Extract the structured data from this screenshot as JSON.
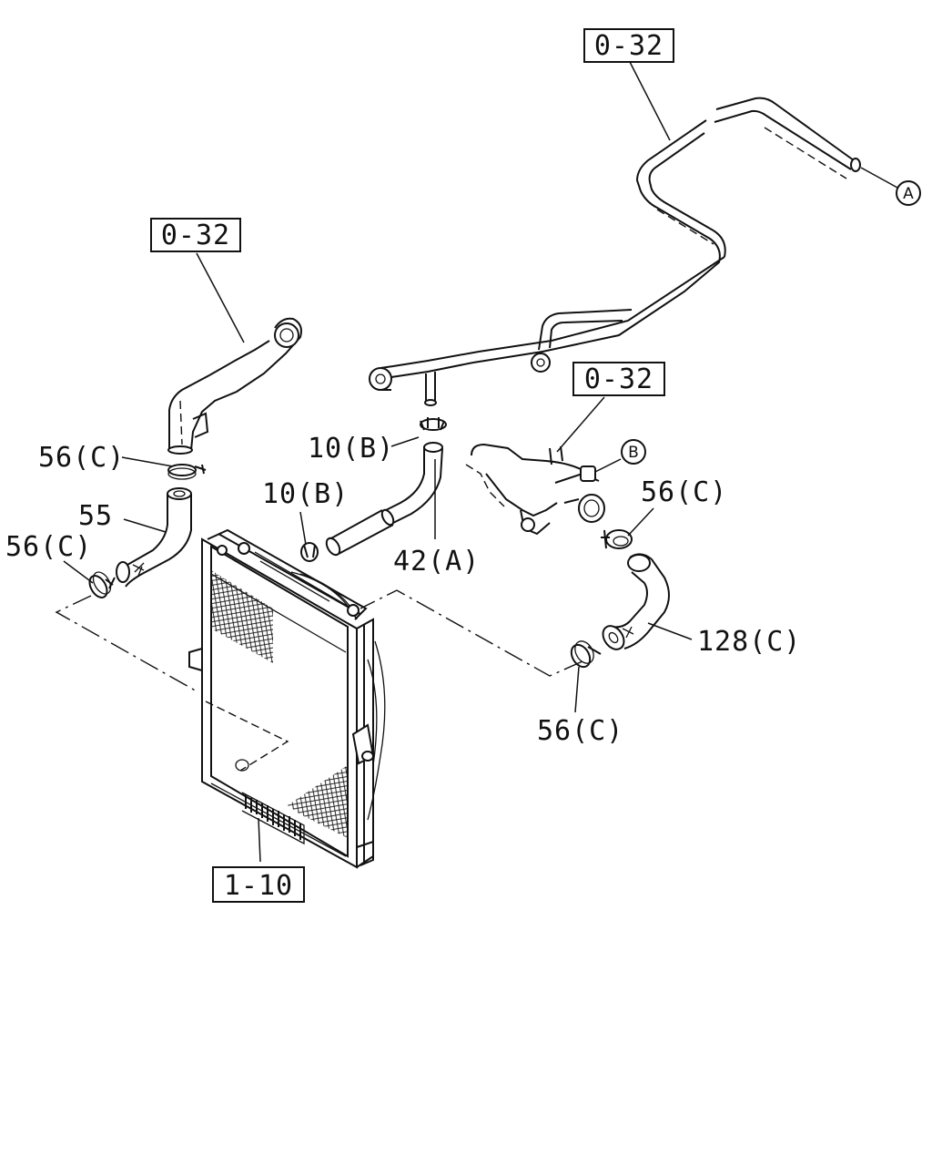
{
  "diagram": {
    "callouts": {
      "ref_top_right": "0-32",
      "ref_top_left": "0-32",
      "ref_mid_right": "0-32",
      "ref_bottom": "1-10",
      "clamp_upper_left": "56(C)",
      "hose_55": "55",
      "clamp_lower_left": "56(C)",
      "clip_upper": "10(B)",
      "clip_lower": "10(B)",
      "hose_42": "42(A)",
      "clamp_right_upper": "56(C)",
      "hose_128": "128(C)",
      "clamp_right_lower": "56(C)",
      "connector_a": "A",
      "connector_b": "B"
    }
  }
}
